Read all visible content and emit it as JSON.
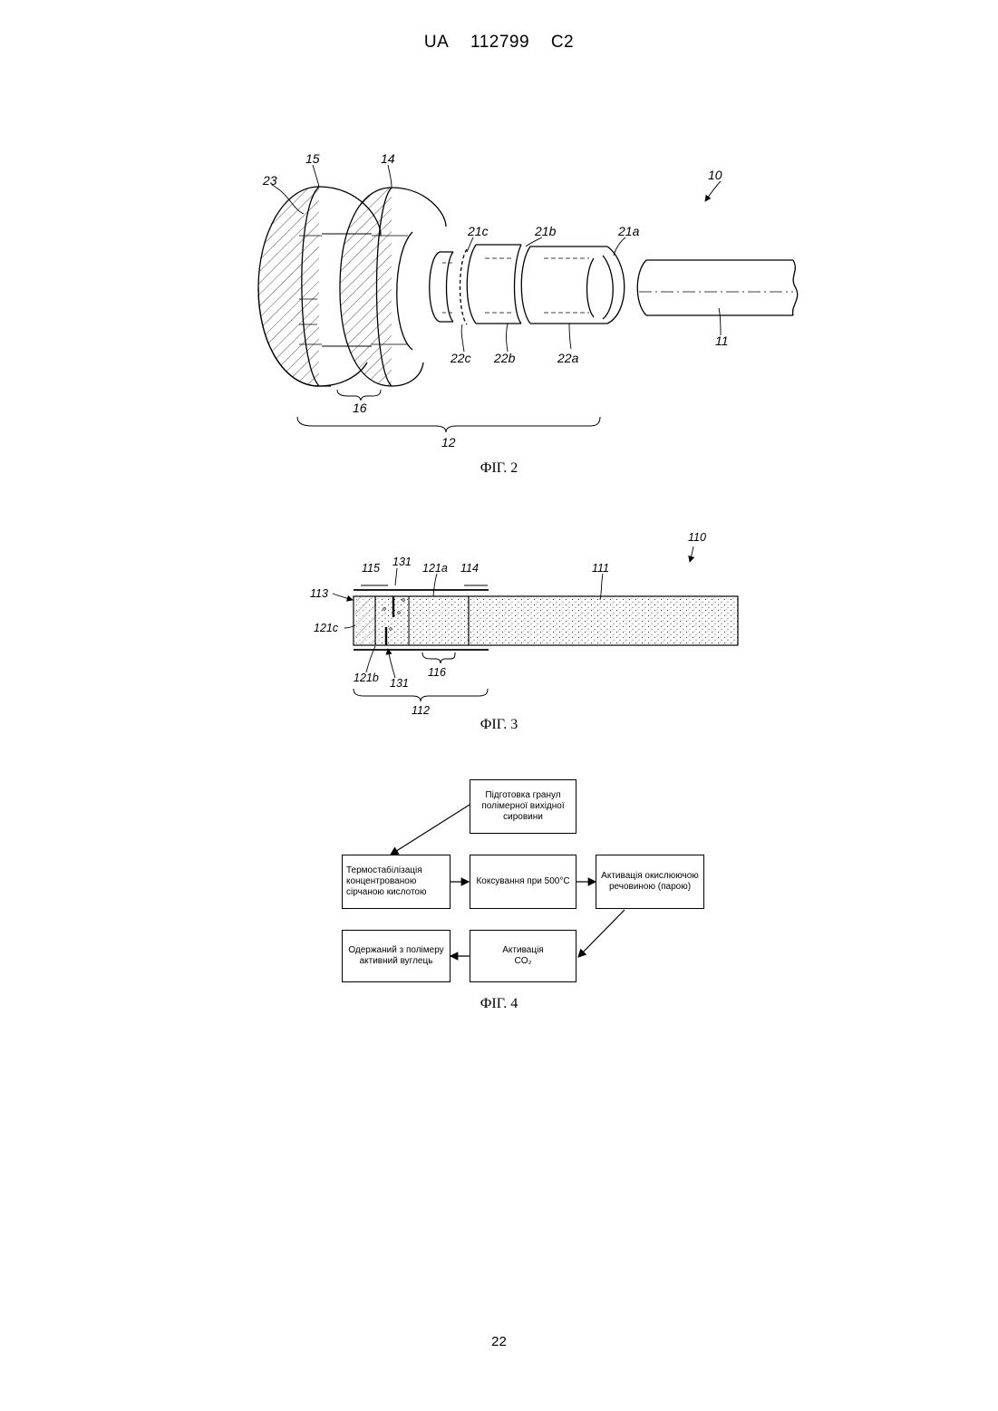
{
  "header": {
    "country": "UA",
    "number": "112799",
    "kind": "C2"
  },
  "page_number": "22",
  "fig2": {
    "caption": "ФІГ. 2",
    "labels": {
      "l10": "10",
      "l11": "11",
      "l12": "12",
      "l14": "14",
      "l15": "15",
      "l16": "16",
      "l21a": "21a",
      "l21b": "21b",
      "l21c": "21c",
      "l22a": "22a",
      "l22b": "22b",
      "l22c": "22c",
      "l23": "23"
    }
  },
  "fig3": {
    "caption": "ФІГ. 3",
    "labels": {
      "l110": "110",
      "l111": "111",
      "l112": "112",
      "l113": "113",
      "l114": "114",
      "l115": "115",
      "l116": "116",
      "l121a": "121a",
      "l121b": "121b",
      "l121c": "121c",
      "l131top": "131",
      "l131bot": "131"
    }
  },
  "fig4": {
    "caption": "ФІГ. 4",
    "boxes": {
      "prep": "Підготовка гранул полімерної вихідної сировини",
      "thermo": "Термостабілізація концентрованою сірчаною кислотою",
      "coking": "Коксування при 500°C",
      "steam": "Активація окислюючою речовиною (парою)",
      "co2_line1": "Активація",
      "co2_line2": "CO₂",
      "result": "Одержаний з полімеру активний вуглець"
    }
  }
}
